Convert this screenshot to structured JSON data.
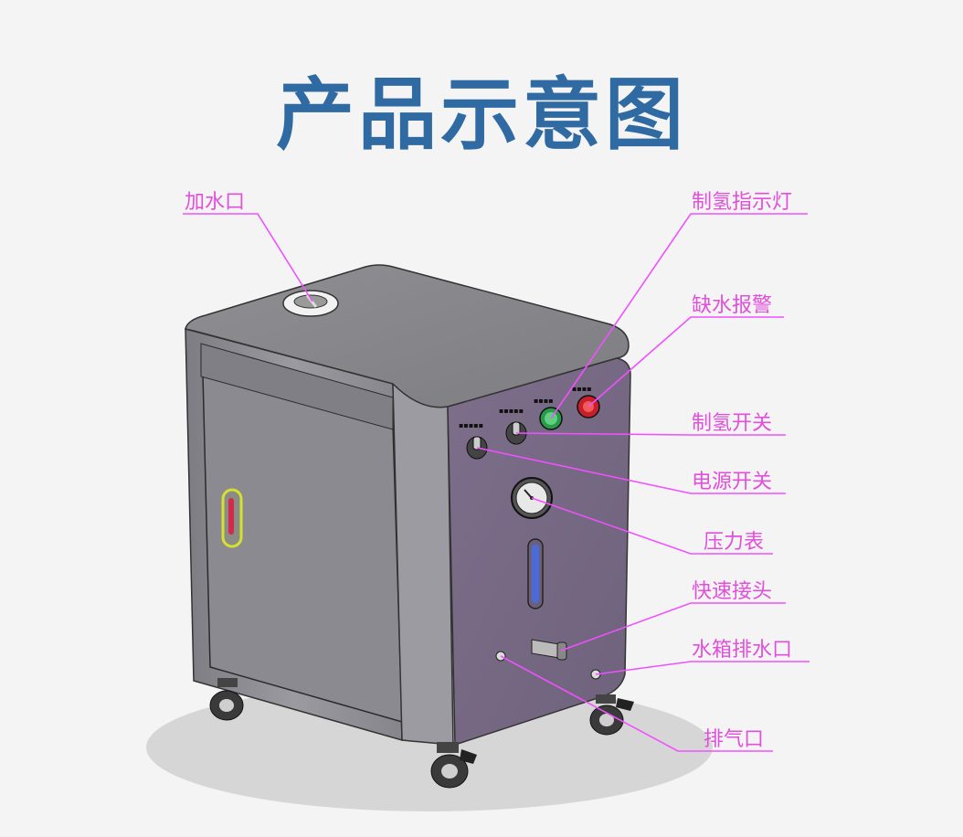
{
  "title": "产品示意图",
  "colors": {
    "title": "#2f6aa2",
    "label": "#e14fdc",
    "leader_line": "#f050ff",
    "cabinet_side": "#8e8e94",
    "front_panel": "#786a85"
  },
  "labels": {
    "water_inlet": "加水口",
    "hydrogen_indicator": "制氢指示灯",
    "low_water_alarm": "缺水报警",
    "hydrogen_switch": "制氢开关",
    "power_switch": "电源开关",
    "pressure_gauge": "压力表",
    "quick_connector": "快速接头",
    "tank_drain": "水箱排水口",
    "vent": "排气口"
  }
}
